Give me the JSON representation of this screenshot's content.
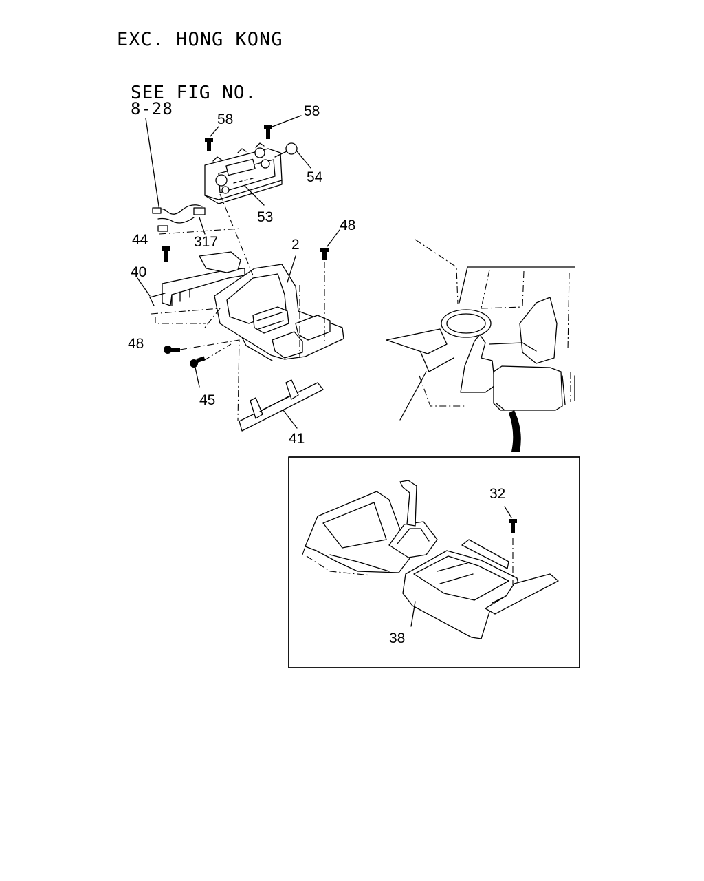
{
  "diagram": {
    "heading": "EXC. HONG KONG",
    "reference": {
      "line1": "SEE FIG NO.",
      "line2": "8-28"
    },
    "part_numbers": {
      "p58a": "58",
      "p58b": "58",
      "p54": "54",
      "p53": "53",
      "p48a": "48",
      "p2": "2",
      "p44": "44",
      "p317": "317",
      "p40": "40",
      "p48b": "48",
      "p45": "45",
      "p41": "41",
      "p32": "32",
      "p38": "38"
    }
  }
}
